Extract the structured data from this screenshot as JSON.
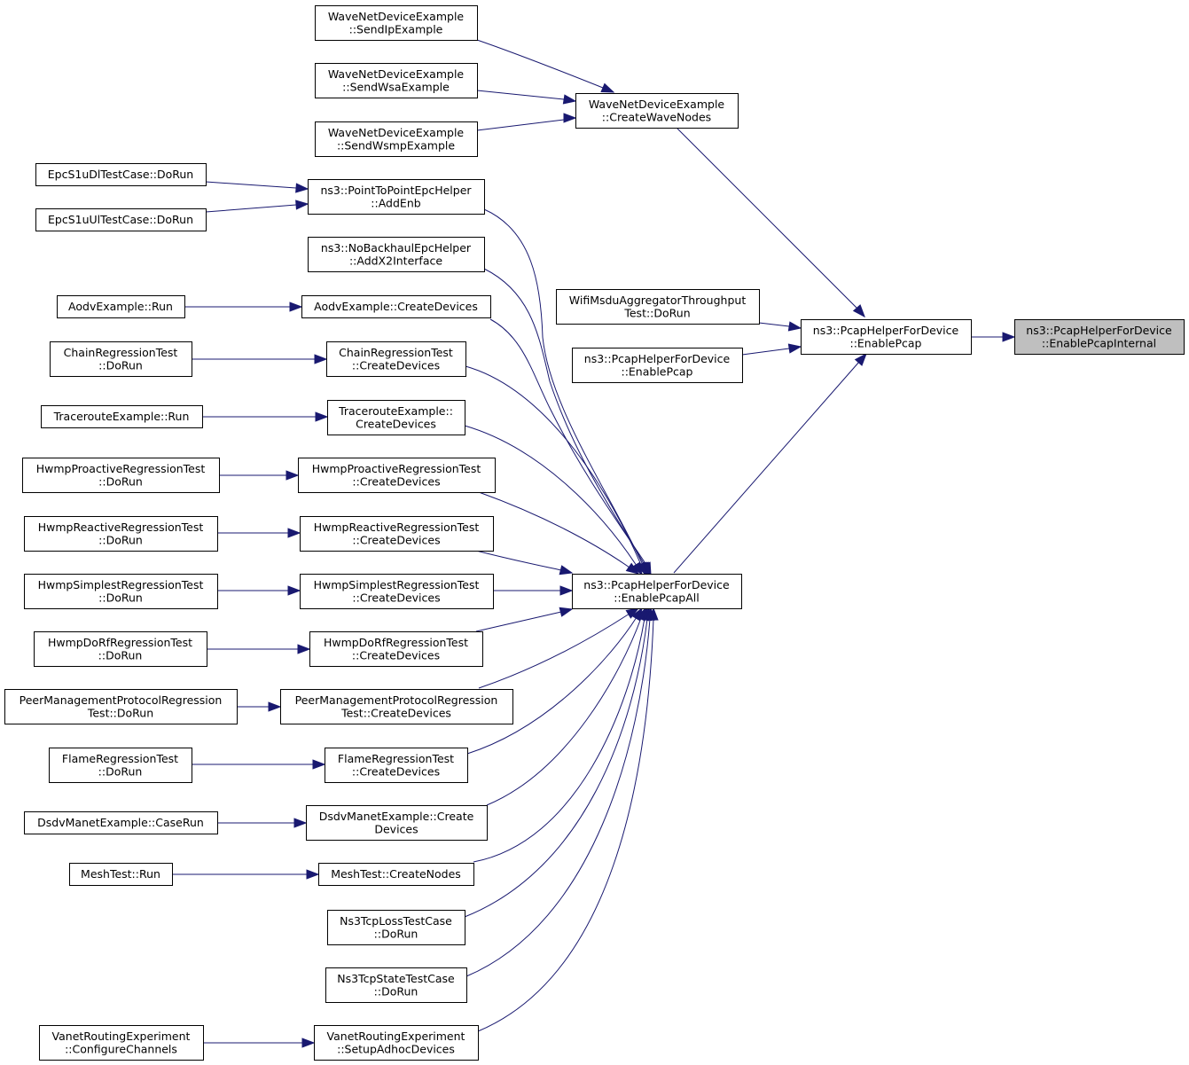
{
  "diagram": {
    "nodes": [
      {
        "id": "root",
        "lines": [
          "ns3::PcapHelperForDevice",
          "::EnablePcapInternal"
        ]
      },
      {
        "id": "enablepcap",
        "lines": [
          "ns3::PcapHelperForDevice",
          "::EnablePcap"
        ]
      },
      {
        "id": "enablepcap2",
        "lines": [
          "ns3::PcapHelperForDevice",
          "::EnablePcap"
        ]
      },
      {
        "id": "enablepcapall",
        "lines": [
          "ns3::PcapHelperForDevice",
          "::EnablePcapAll"
        ]
      },
      {
        "id": "createwave",
        "lines": [
          "WaveNetDeviceExample",
          "::CreateWaveNodes"
        ]
      },
      {
        "id": "wifimsdu",
        "lines": [
          "WifiMsduAggregatorThroughput",
          "Test::DoRun"
        ]
      },
      {
        "id": "sendip",
        "lines": [
          "WaveNetDeviceExample",
          "::SendIpExample"
        ]
      },
      {
        "id": "sendwsa",
        "lines": [
          "WaveNetDeviceExample",
          "::SendWsaExample"
        ]
      },
      {
        "id": "sendwsmp",
        "lines": [
          "WaveNetDeviceExample",
          "::SendWsmpExample"
        ]
      },
      {
        "id": "addenb",
        "lines": [
          "ns3::PointToPointEpcHelper",
          "::AddEnb"
        ]
      },
      {
        "id": "epcdl",
        "lines": [
          "EpcS1uDlTestCase::DoRun"
        ]
      },
      {
        "id": "epcul",
        "lines": [
          "EpcS1uUlTestCase::DoRun"
        ]
      },
      {
        "id": "addx2",
        "lines": [
          "ns3::NoBackhaulEpcHelper",
          "::AddX2Interface"
        ]
      },
      {
        "id": "aodvcd",
        "lines": [
          "AodvExample::CreateDevices"
        ]
      },
      {
        "id": "aodvrun",
        "lines": [
          "AodvExample::Run"
        ]
      },
      {
        "id": "chaincd",
        "lines": [
          "ChainRegressionTest",
          "::CreateDevices"
        ]
      },
      {
        "id": "chainrun",
        "lines": [
          "ChainRegressionTest",
          "::DoRun"
        ]
      },
      {
        "id": "tracecd",
        "lines": [
          "TracerouteExample::",
          "CreateDevices"
        ]
      },
      {
        "id": "tracerun",
        "lines": [
          "TracerouteExample::Run"
        ]
      },
      {
        "id": "hpcd",
        "lines": [
          "HwmpProactiveRegressionTest",
          "::CreateDevices"
        ]
      },
      {
        "id": "hprun",
        "lines": [
          "HwmpProactiveRegressionTest",
          "::DoRun"
        ]
      },
      {
        "id": "hrcd",
        "lines": [
          "HwmpReactiveRegressionTest",
          "::CreateDevices"
        ]
      },
      {
        "id": "hrrun",
        "lines": [
          "HwmpReactiveRegressionTest",
          "::DoRun"
        ]
      },
      {
        "id": "hscd",
        "lines": [
          "HwmpSimplestRegressionTest",
          "::CreateDevices"
        ]
      },
      {
        "id": "hsrun",
        "lines": [
          "HwmpSimplestRegressionTest",
          "::DoRun"
        ]
      },
      {
        "id": "hdcd",
        "lines": [
          "HwmpDoRfRegressionTest",
          "::CreateDevices"
        ]
      },
      {
        "id": "hdrun",
        "lines": [
          "HwmpDoRfRegressionTest",
          "::DoRun"
        ]
      },
      {
        "id": "pmcd",
        "lines": [
          "PeerManagementProtocolRegression",
          "Test::CreateDevices"
        ]
      },
      {
        "id": "pmrun",
        "lines": [
          "PeerManagementProtocolRegression",
          "Test::DoRun"
        ]
      },
      {
        "id": "flcd",
        "lines": [
          "FlameRegressionTest",
          "::CreateDevices"
        ]
      },
      {
        "id": "flrun",
        "lines": [
          "FlameRegressionTest",
          "::DoRun"
        ]
      },
      {
        "id": "dsdvcd",
        "lines": [
          "DsdvManetExample::Create",
          "Devices"
        ]
      },
      {
        "id": "dsdvrun",
        "lines": [
          "DsdvManetExample::CaseRun"
        ]
      },
      {
        "id": "meshcn",
        "lines": [
          "MeshTest::CreateNodes"
        ]
      },
      {
        "id": "meshrun",
        "lines": [
          "MeshTest::Run"
        ]
      },
      {
        "id": "tcploss",
        "lines": [
          "Ns3TcpLossTestCase",
          "::DoRun"
        ]
      },
      {
        "id": "tcpstate",
        "lines": [
          "Ns3TcpStateTestCase",
          "::DoRun"
        ]
      },
      {
        "id": "vanetsetup",
        "lines": [
          "VanetRoutingExperiment",
          "::SetupAdhocDevices"
        ]
      },
      {
        "id": "vanetconf",
        "lines": [
          "VanetRoutingExperiment",
          "::ConfigureChannels"
        ]
      }
    ],
    "edges": [
      {
        "from": "enablepcap",
        "to": "root"
      },
      {
        "from": "createwave",
        "to": "enablepcap"
      },
      {
        "from": "wifimsdu",
        "to": "enablepcap"
      },
      {
        "from": "enablepcap2",
        "to": "enablepcap"
      },
      {
        "from": "enablepcapall",
        "to": "enablepcap"
      },
      {
        "from": "sendip",
        "to": "createwave"
      },
      {
        "from": "sendwsa",
        "to": "createwave"
      },
      {
        "from": "sendwsmp",
        "to": "createwave"
      },
      {
        "from": "epcdl",
        "to": "addenb"
      },
      {
        "from": "epcul",
        "to": "addenb"
      },
      {
        "from": "aodvrun",
        "to": "aodvcd"
      },
      {
        "from": "chainrun",
        "to": "chaincd"
      },
      {
        "from": "tracerun",
        "to": "tracecd"
      },
      {
        "from": "hprun",
        "to": "hpcd"
      },
      {
        "from": "hrrun",
        "to": "hrcd"
      },
      {
        "from": "hsrun",
        "to": "hscd"
      },
      {
        "from": "hdrun",
        "to": "hdcd"
      },
      {
        "from": "pmrun",
        "to": "pmcd"
      },
      {
        "from": "flrun",
        "to": "flcd"
      },
      {
        "from": "dsdvrun",
        "to": "dsdvcd"
      },
      {
        "from": "meshrun",
        "to": "meshcn"
      },
      {
        "from": "vanetconf",
        "to": "vanetsetup"
      },
      {
        "from": "addenb",
        "to": "enablepcapall"
      },
      {
        "from": "addx2",
        "to": "enablepcapall"
      },
      {
        "from": "aodvcd",
        "to": "enablepcapall"
      },
      {
        "from": "chaincd",
        "to": "enablepcapall"
      },
      {
        "from": "tracecd",
        "to": "enablepcapall"
      },
      {
        "from": "hpcd",
        "to": "enablepcapall"
      },
      {
        "from": "hrcd",
        "to": "enablepcapall"
      },
      {
        "from": "hscd",
        "to": "enablepcapall"
      },
      {
        "from": "hdcd",
        "to": "enablepcapall"
      },
      {
        "from": "pmcd",
        "to": "enablepcapall"
      },
      {
        "from": "flcd",
        "to": "enablepcapall"
      },
      {
        "from": "dsdvcd",
        "to": "enablepcapall"
      },
      {
        "from": "meshcn",
        "to": "enablepcapall"
      },
      {
        "from": "tcploss",
        "to": "enablepcapall"
      },
      {
        "from": "tcpstate",
        "to": "enablepcapall"
      },
      {
        "from": "vanetsetup",
        "to": "enablepcapall"
      }
    ],
    "colors": {
      "edge": "#191970",
      "root_fill": "#bfbfbf",
      "node_fill": "#ffffff",
      "border": "#000000"
    }
  }
}
